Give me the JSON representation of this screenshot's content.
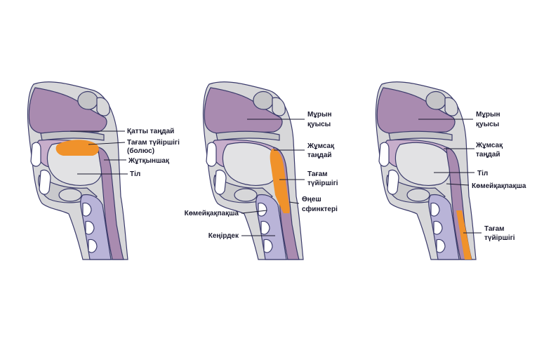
{
  "panels": [
    {
      "id": "stage-1",
      "labels": {
        "hard_palate": "Қатты таңдай",
        "bolus_line1": "Тағам түйіршігі",
        "bolus_line2": "(болюс)",
        "pharynx": "Жұтқыншақ",
        "tongue": "Тіл"
      }
    },
    {
      "id": "stage-2",
      "labels": {
        "nasal_cavity_line1": "Мұрын",
        "nasal_cavity_line2": "қуысы",
        "soft_palate_line1": "Жұмсақ",
        "soft_palate_line2": "таңдай",
        "bolus_line1": "Тағам",
        "bolus_line2": "түйіршігі",
        "sphincter_line1": "Өңеш",
        "sphincter_line2": "сфинктері",
        "epiglottis": "Көмейқақпақша",
        "larynx": "Кеңірдек"
      }
    },
    {
      "id": "stage-3",
      "labels": {
        "nasal_cavity_line1": "Мұрын",
        "nasal_cavity_line2": "қуысы",
        "soft_palate_line1": "Жұмсақ",
        "soft_palate_line2": "таңдай",
        "tongue": "Тіл",
        "epiglottis": "Көмейқақпақша",
        "bolus_line1": "Тағам",
        "bolus_line2": "түйіршігі"
      }
    }
  ],
  "colors": {
    "tissue": "#a98bb0",
    "tissue_light": "#c7aecb",
    "bone": "#d7d7d9",
    "bone_dark": "#c4c4c7",
    "airway": "#b9b4d8",
    "bolus": "#f0922b",
    "outline": "#3b3b6b"
  }
}
